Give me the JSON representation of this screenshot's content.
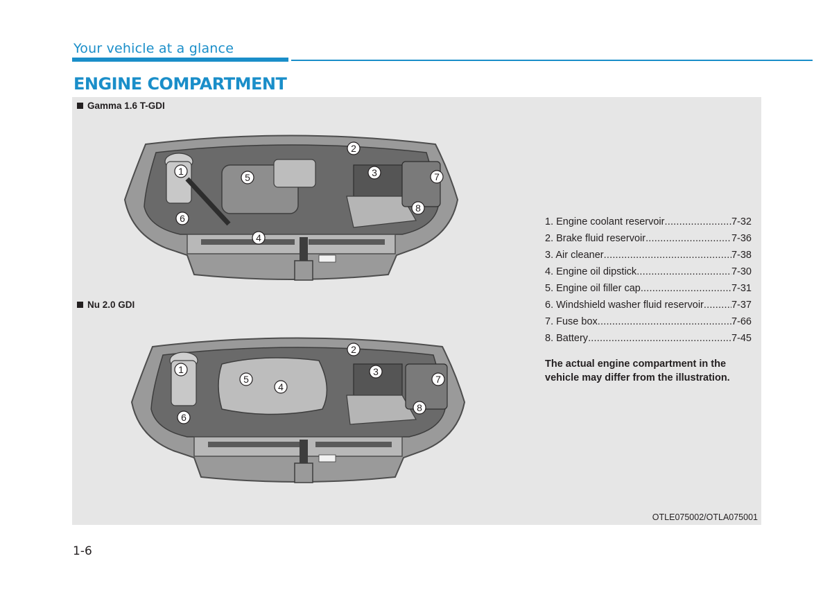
{
  "header": {
    "section_title": "Your vehicle at a glance",
    "page_heading": "ENGINE COMPARTMENT"
  },
  "engines": [
    {
      "label": "Gamma 1.6 T-GDI",
      "callouts": [
        "1",
        "2",
        "3",
        "4",
        "5",
        "6",
        "7",
        "8"
      ]
    },
    {
      "label": "Nu 2.0 GDI",
      "callouts": [
        "1",
        "2",
        "3",
        "4",
        "5",
        "6",
        "7",
        "8"
      ]
    }
  ],
  "legend": [
    {
      "name": "1. Engine coolant reservoir",
      "ref": "7-32"
    },
    {
      "name": "2. Brake fluid reservoir",
      "ref": "7-36"
    },
    {
      "name": "3. Air cleaner",
      "ref": "7-38"
    },
    {
      "name": "4. Engine oil dipstick",
      "ref": "7-30"
    },
    {
      "name": "5. Engine oil filler cap",
      "ref": "7-31"
    },
    {
      "name": "6. Windshield washer fluid reservoir",
      "ref": "7-37"
    },
    {
      "name": "7. Fuse box",
      "ref": "7-66"
    },
    {
      "name": "8. Battery",
      "ref": "7-45"
    }
  ],
  "note": "The actual engine compartment in the vehicle may differ from the illustration.",
  "image_code": "OTLE075002/OTLA075001",
  "page_number": "1-6",
  "colors": {
    "accent": "#1a8ec9",
    "panel": "#e6e6e6",
    "illustration": "#8a8a8a"
  }
}
